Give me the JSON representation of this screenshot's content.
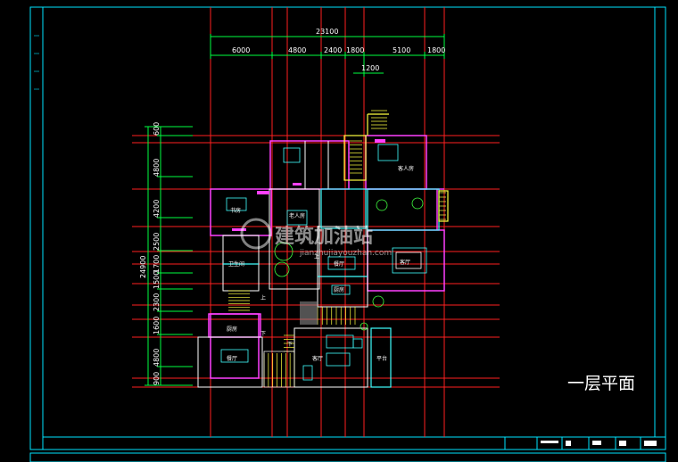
{
  "drawing_title": "一层平面",
  "watermark": {
    "text": "建筑加油站",
    "url": "jianzhujiayouzhan.com"
  },
  "top_dimensions": {
    "overall": "23100",
    "segments": [
      "6000",
      "4800",
      "2400",
      "1800",
      "5100",
      "1800"
    ],
    "sub": "1200"
  },
  "left_dimensions": {
    "overall": "24900",
    "segments": [
      "600",
      "4800",
      "4200",
      "2500",
      "1700",
      "1500",
      "2300",
      "1600",
      "4800",
      "900"
    ]
  },
  "room_labels": {
    "study": "书房",
    "elder_room": "老人房",
    "guest_room": "客人房",
    "dining": "餐厅",
    "living": "客厅",
    "kitchen": "厨房",
    "bath": "卫生间",
    "terrace": "平台"
  },
  "stair_labels": {
    "up": "上",
    "down": "下"
  },
  "colors": {
    "background": "#000000",
    "frame": "#00e5ff",
    "axis": "#ff2020",
    "dimension": "#00ff40",
    "wall_yellow": "#ffff40",
    "wall_magenta": "#ff40ff",
    "furniture_cyan": "#40ffff",
    "plant_green": "#40ff40",
    "text": "#ffffff"
  }
}
